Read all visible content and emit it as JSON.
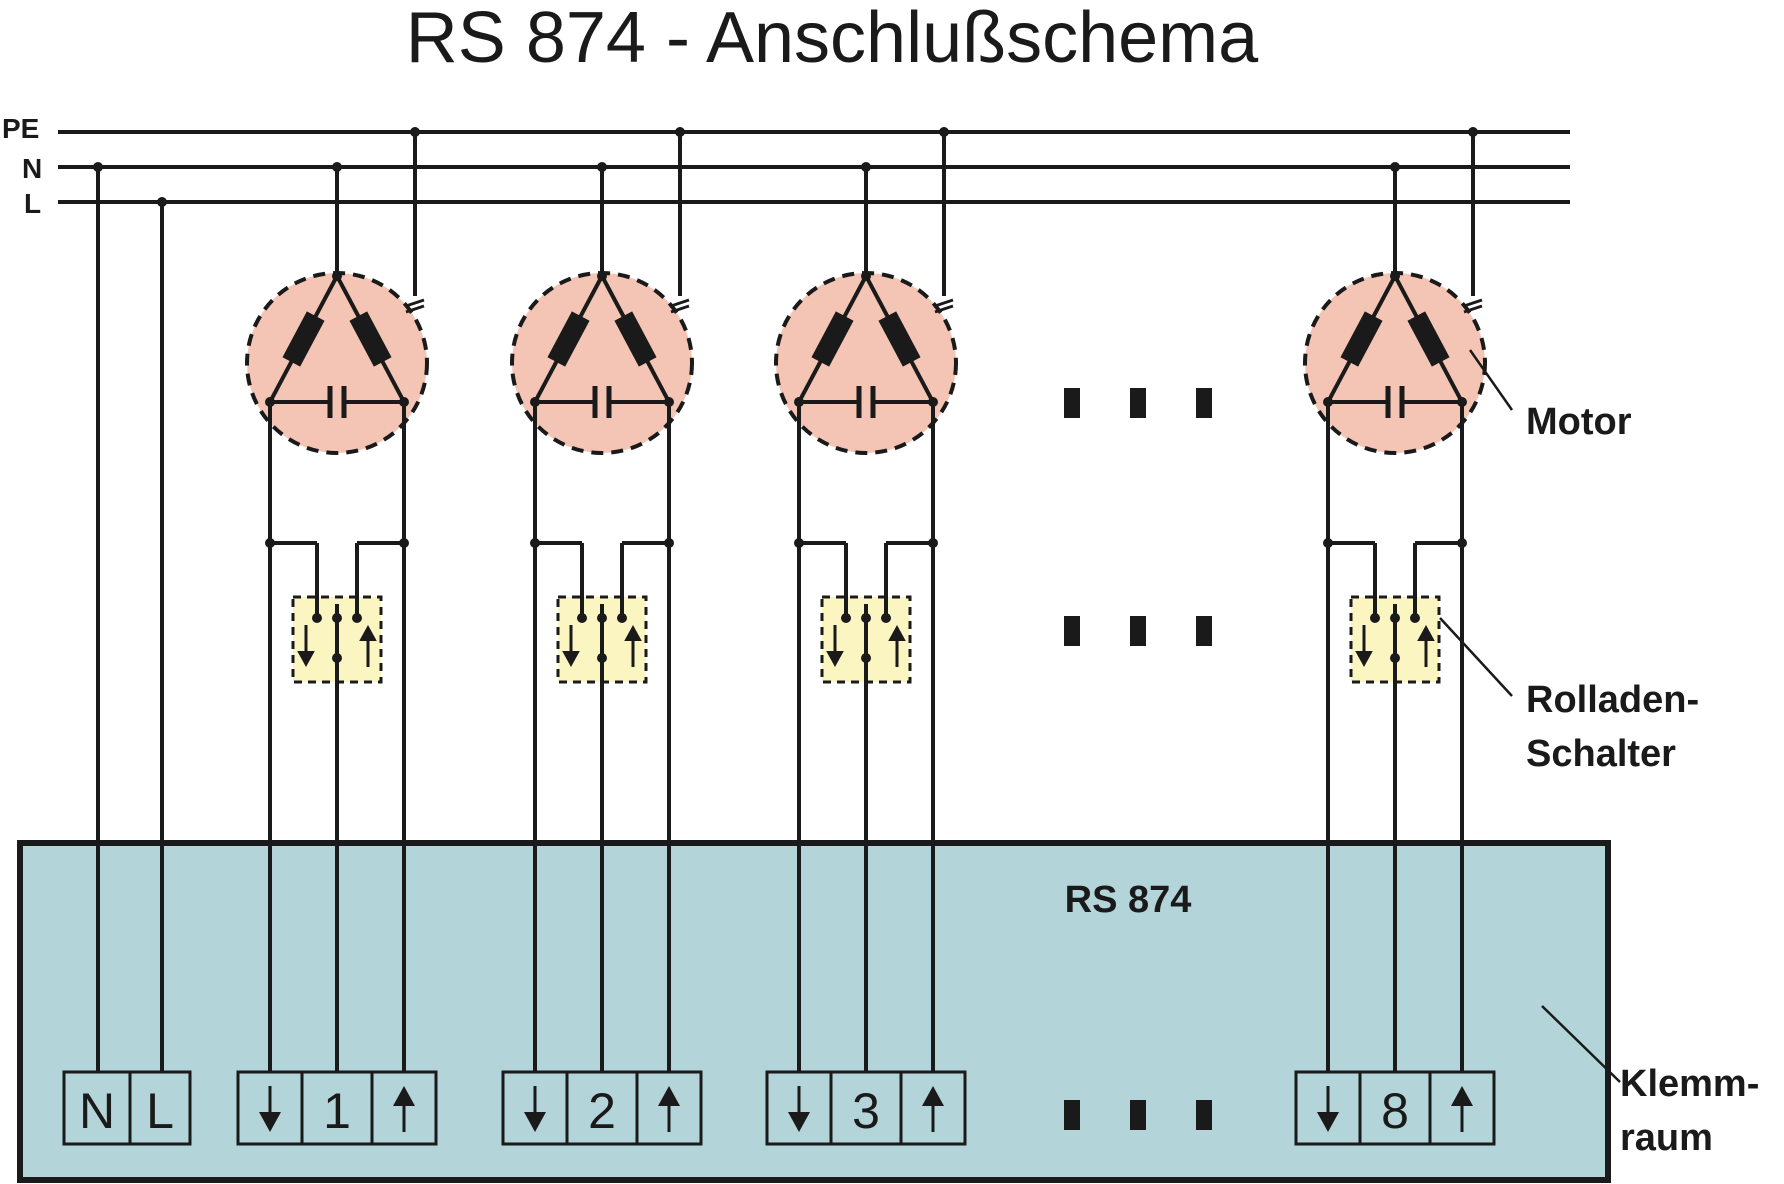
{
  "title": "RS 874 - Anschlußschema",
  "buses": [
    "PE",
    "N",
    "L"
  ],
  "device_label": "RS 874",
  "labels": {
    "motor": "Motor",
    "switch_line1": "Rolladen-",
    "switch_line2": "Schalter",
    "terminal_line1": "Klemm-",
    "terminal_line2": "raum"
  },
  "supply_terminals": [
    "N",
    "L"
  ],
  "channels": [
    {
      "number": "1"
    },
    {
      "number": "2"
    },
    {
      "number": "3"
    },
    {
      "number": "8"
    }
  ],
  "arrow_down_icon": "arrow-down-icon",
  "arrow_up_icon": "arrow-up-icon",
  "colors": {
    "line": "#1a1a1a",
    "motor_fill": "#f4c4b4",
    "switch_fill": "#fbf5c2",
    "device_fill": "#b3d4d9"
  }
}
